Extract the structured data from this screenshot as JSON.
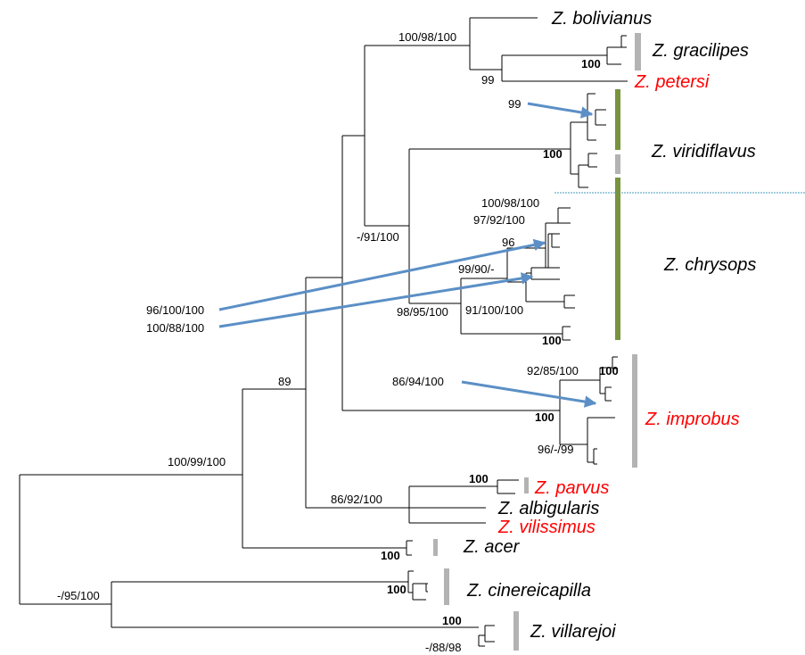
{
  "colors": {
    "branch": "#000000",
    "taxon_default": "#000000",
    "taxon_highlight": "#ff0000",
    "bar_gray": "#b3b3b3",
    "bar_green": "#77933c",
    "arrow": "#5b8fc6",
    "divider": "#4a9ec0"
  },
  "taxa": [
    {
      "id": "bolivianus",
      "name": "Z. bolivianus",
      "highlight": false
    },
    {
      "id": "gracilipes",
      "name": "Z. gracilipes",
      "highlight": false
    },
    {
      "id": "petersi",
      "name": "Z. petersi",
      "highlight": true
    },
    {
      "id": "viridiflavus",
      "name": "Z. viridiflavus",
      "highlight": false
    },
    {
      "id": "chrysops",
      "name": "Z. chrysops",
      "highlight": false
    },
    {
      "id": "improbus",
      "name": "Z. improbus",
      "highlight": true
    },
    {
      "id": "parvus",
      "name": "Z. parvus",
      "highlight": true
    },
    {
      "id": "albigularis",
      "name": "Z. albigularis",
      "highlight": false
    },
    {
      "id": "vilissimus",
      "name": "Z. vilissimus",
      "highlight": true
    },
    {
      "id": "acer",
      "name": "Z. acer",
      "highlight": false
    },
    {
      "id": "cinereicapilla",
      "name": "Z. cinereicapilla",
      "highlight": false
    },
    {
      "id": "villarejoi",
      "name": "Z. villarejoi",
      "highlight": false
    }
  ],
  "support_labels": [
    {
      "id": "s1",
      "text": "100/98/100",
      "bold": false
    },
    {
      "id": "s2",
      "text": "100",
      "bold": true
    },
    {
      "id": "s3",
      "text": "99",
      "bold": false
    },
    {
      "id": "s4",
      "text": "99",
      "bold": false
    },
    {
      "id": "s5",
      "text": "100",
      "bold": true
    },
    {
      "id": "s6",
      "text": "-/91/100",
      "bold": false
    },
    {
      "id": "s7",
      "text": "100/98/100",
      "bold": false
    },
    {
      "id": "s8",
      "text": "97/92/100",
      "bold": false
    },
    {
      "id": "s9",
      "text": "96",
      "bold": false
    },
    {
      "id": "s10",
      "text": "99/90/-",
      "bold": false
    },
    {
      "id": "s11",
      "text": "96/100/100",
      "bold": false
    },
    {
      "id": "s12",
      "text": "100/88/100",
      "bold": false
    },
    {
      "id": "s13",
      "text": "98/95/100",
      "bold": false
    },
    {
      "id": "s14",
      "text": "91/100/100",
      "bold": false
    },
    {
      "id": "s15",
      "text": "100",
      "bold": true
    },
    {
      "id": "s16",
      "text": "89",
      "bold": false
    },
    {
      "id": "s17",
      "text": "92/85/100",
      "bold": false
    },
    {
      "id": "s18",
      "text": "100",
      "bold": true
    },
    {
      "id": "s19",
      "text": "86/94/100",
      "bold": false
    },
    {
      "id": "s20",
      "text": "100",
      "bold": true
    },
    {
      "id": "s21",
      "text": "96/-/99",
      "bold": false
    },
    {
      "id": "s22",
      "text": "100/99/100",
      "bold": false
    },
    {
      "id": "s23",
      "text": "100",
      "bold": true
    },
    {
      "id": "s24",
      "text": "86/92/100",
      "bold": false
    },
    {
      "id": "s25",
      "text": "100",
      "bold": true
    },
    {
      "id": "s26",
      "text": "100",
      "bold": true
    },
    {
      "id": "s27",
      "text": "-/95/100",
      "bold": false
    },
    {
      "id": "s28",
      "text": "100",
      "bold": true
    },
    {
      "id": "s29",
      "text": "-/88/98",
      "bold": false
    }
  ]
}
